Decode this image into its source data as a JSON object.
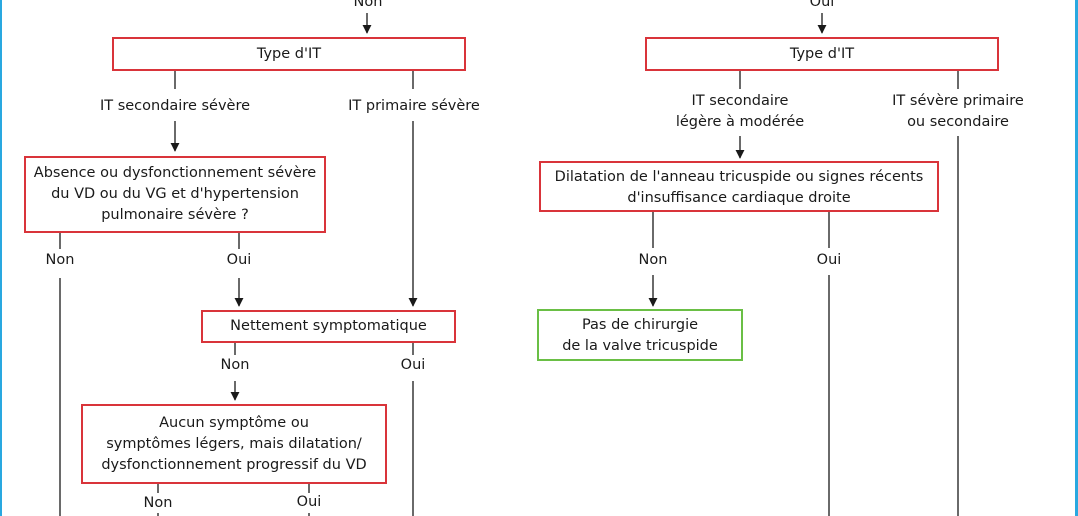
{
  "left": {
    "top_label": "Non",
    "type_box": "Type d'IT",
    "branch_secondary": "IT secondaire sévère",
    "branch_primary": "IT primaire sévère",
    "absence_box": [
      "Absence ou dysfonctionnement sévère",
      "du VD ou du VG et d'hypertension",
      "pulmonaire sévère ?"
    ],
    "absence_no": "Non",
    "absence_yes": "Oui",
    "symptomatic_box": "Nettement symptomatique",
    "symptomatic_no": "Non",
    "symptomatic_yes": "Oui",
    "nosymptom_box": [
      "Aucun symptôme ou",
      "symptômes légers, mais dilatation/",
      "dysfonctionnement progressif du VD"
    ],
    "nosymptom_no": "Non",
    "nosymptom_yes": "Oui"
  },
  "right": {
    "top_label": "Oui",
    "type_box": "Type d'IT",
    "branch_secondary": [
      "IT secondaire",
      "légère à modérée"
    ],
    "branch_severe": [
      "IT sévère primaire",
      "ou secondaire"
    ],
    "dilatation_box": [
      "Dilatation de l'anneau tricuspide ou signes récents",
      "d'insuffisance cardiaque droite"
    ],
    "dilatation_no": "Non",
    "dilatation_yes": "Oui",
    "nosurgery_box": [
      "Pas de chirurgie",
      "de la valve tricuspide"
    ]
  },
  "colors": {
    "decision_border": "#d9343a",
    "outcome_border": "#6abf45",
    "frame": "#29a8e0",
    "line": "#1a1a1a"
  }
}
